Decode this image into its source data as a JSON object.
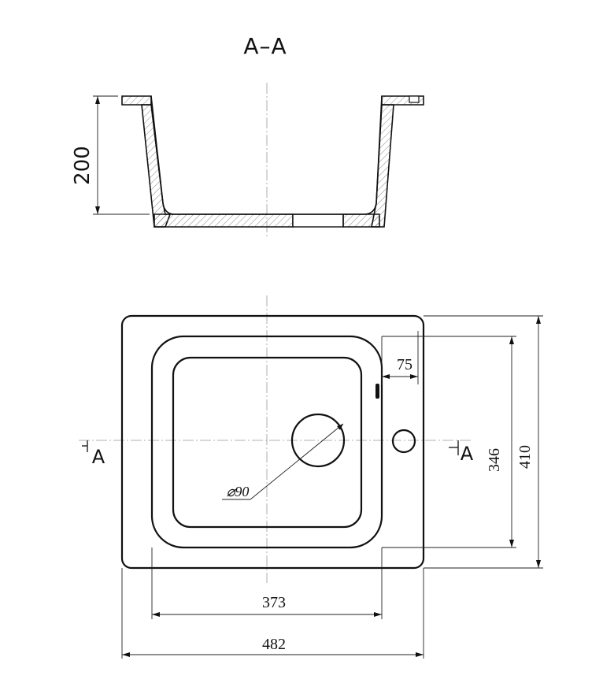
{
  "section_title": "A–A",
  "section_marker_left": "A",
  "section_marker_right": "A",
  "dimensions": {
    "depth": "200",
    "overflow_offset": "75",
    "drain_diameter": "⌀90",
    "bowl_length": "346",
    "total_length": "410",
    "bowl_width": "373",
    "total_width": "482"
  }
}
